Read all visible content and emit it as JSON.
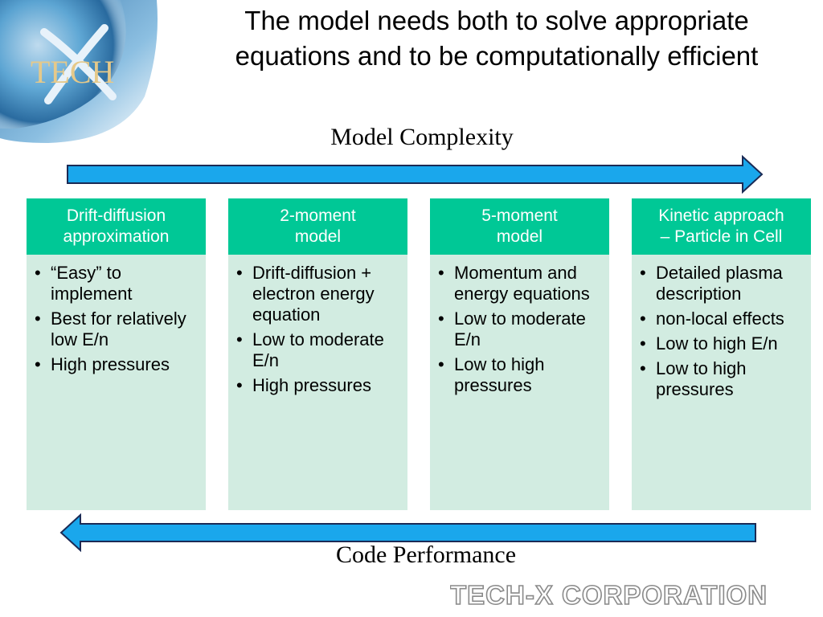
{
  "slide": {
    "title_line1": "The model needs both to solve appropriate",
    "title_line2": "equations and to be computationally efficient",
    "top_label": "Model Complexity",
    "bottom_label": "Code Performance",
    "brand_text": "TECH-X CORPORATION",
    "logo_text": "TECH"
  },
  "columns": [
    {
      "head1": "Drift-diffusion",
      "head2": "approximation",
      "points": [
        "“Easy” to implement",
        "Best for relatively low E/n",
        "High pressures"
      ]
    },
    {
      "head1": "2-moment",
      "head2": "model",
      "points": [
        "Drift-diffusion + electron energy equation",
        "Low to moderate E/n",
        "High pressures"
      ]
    },
    {
      "head1": "5-moment",
      "head2": "model",
      "points": [
        "Momentum and energy equations",
        "Low to moderate E/n",
        "Low to high pressures"
      ]
    },
    {
      "head1": "Kinetic approach",
      "head2": "– Particle in Cell",
      "points": [
        "Detailed plasma description",
        "non-local effects",
        "Low to high E/n",
        "Low to high pressures"
      ]
    }
  ],
  "colors": {
    "header_green": "#00c896",
    "body_green": "#d2ece1",
    "arrow_blue": "#1aa7ec"
  }
}
